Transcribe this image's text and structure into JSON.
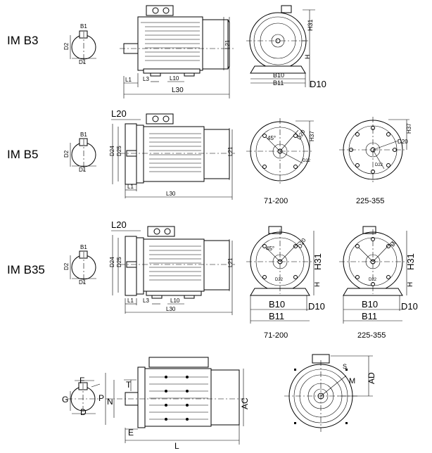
{
  "rows": [
    {
      "label": "IM B3"
    },
    {
      "label": "IM B5"
    },
    {
      "label": "IM B35"
    }
  ],
  "dims": {
    "B1": "B1",
    "D1": "D1",
    "D2": "D2",
    "L1": "L1",
    "L3": "L3",
    "L10": "L10",
    "L21": "L21",
    "L30": "L30",
    "H": "H",
    "H31": "H31",
    "H37": "H37",
    "B10": "B10",
    "B11": "B11",
    "D10": "D10",
    "L20": "L20",
    "D20": "D20",
    "D22": "D22",
    "D24": "D24",
    "D25": "D25",
    "M": "M",
    "deg45": "45°",
    "F": "F",
    "G": "G",
    "D": "D",
    "T": "T",
    "N": "N",
    "P": "P",
    "E": "E",
    "L": "L",
    "AC": "AC",
    "AD": "AD",
    "S": "S"
  },
  "captions": {
    "b5_left": "71-200",
    "b5_right": "225-355",
    "b35_left": "71-200",
    "b35_right": "225-355"
  }
}
